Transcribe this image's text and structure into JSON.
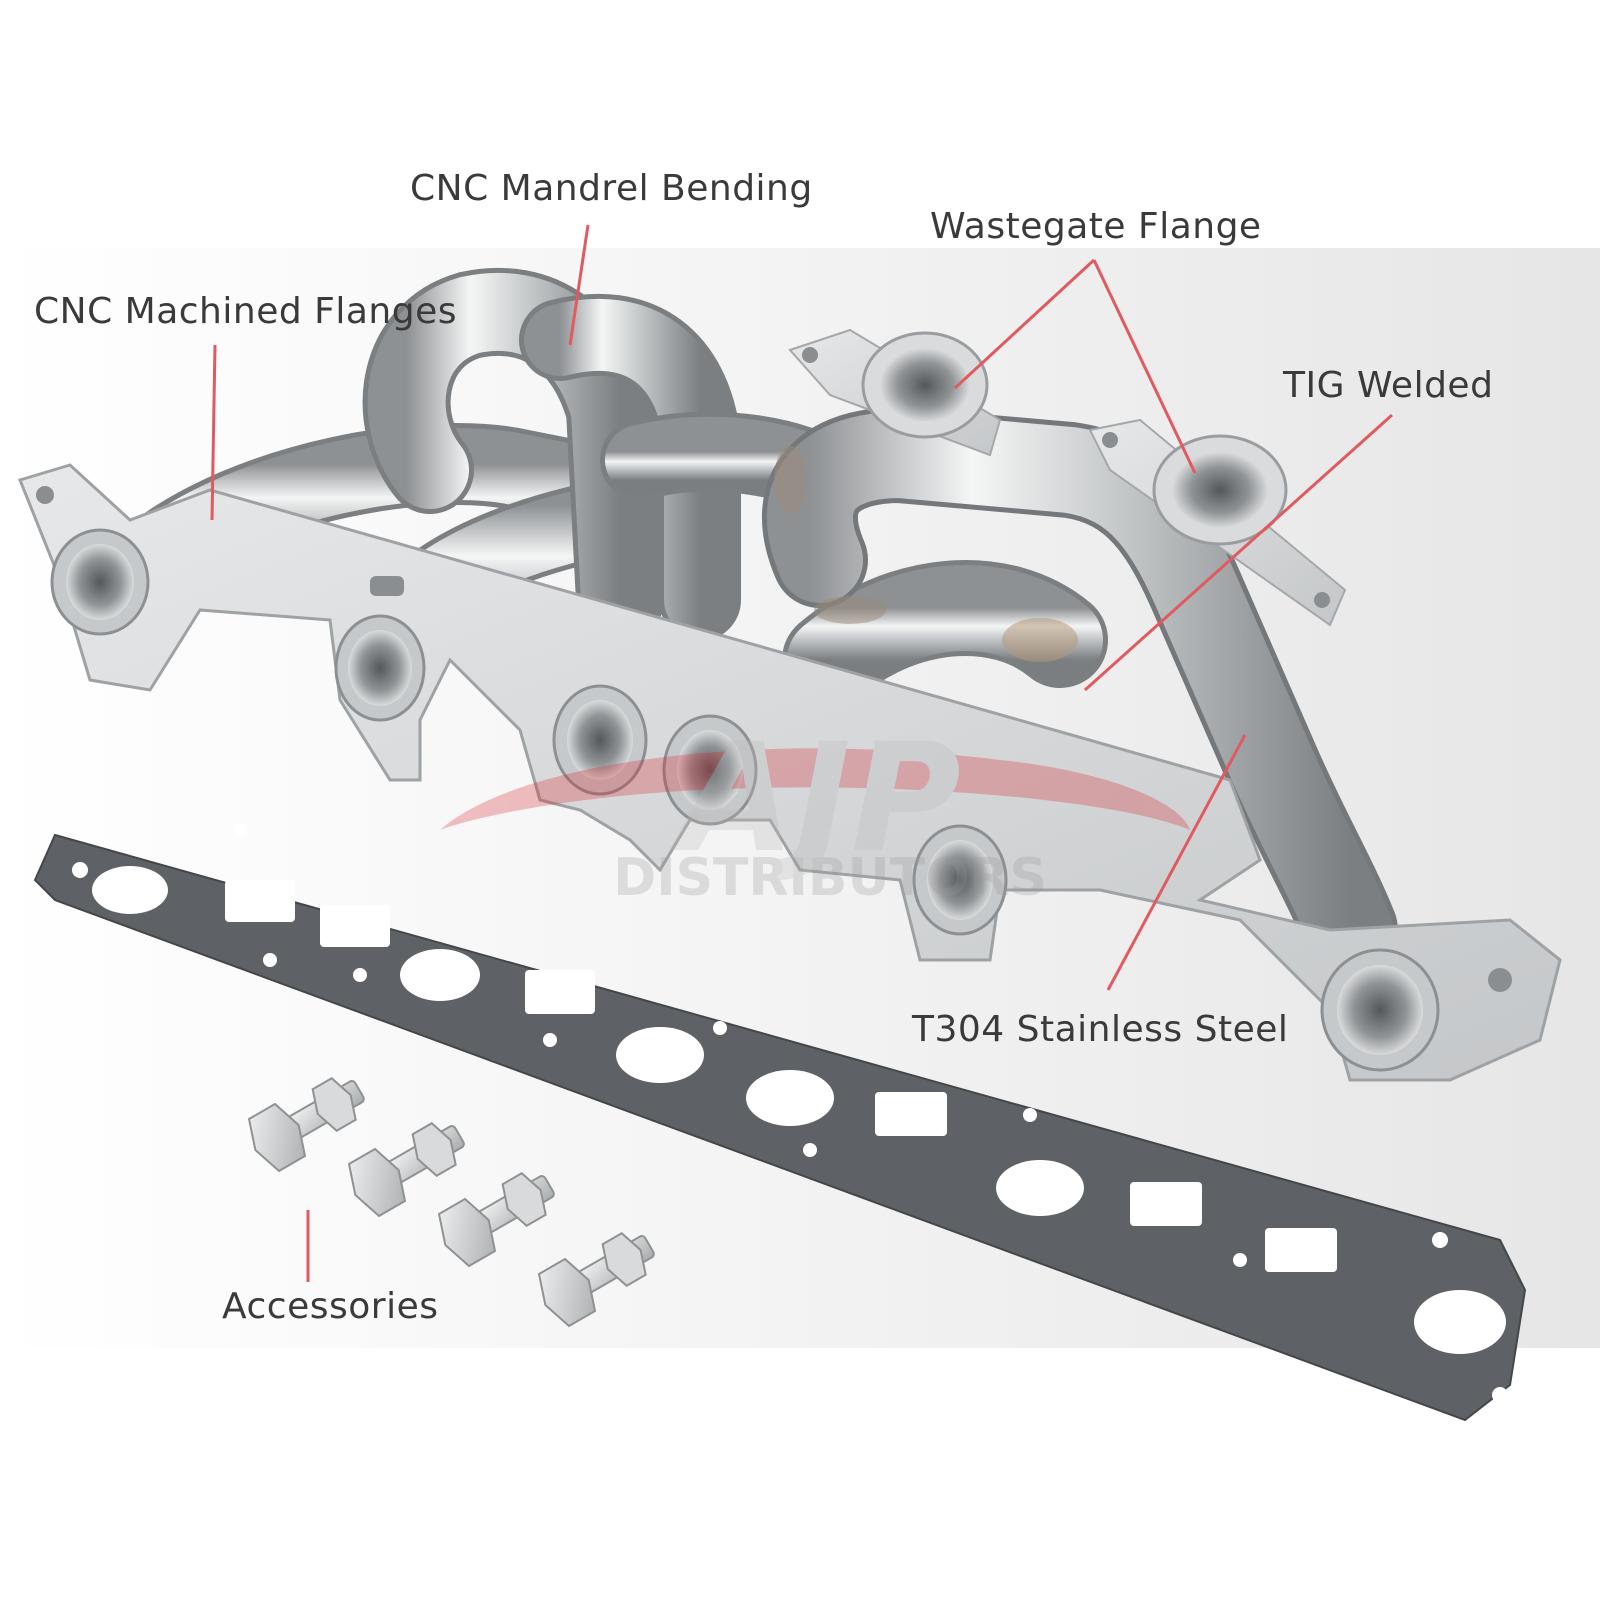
{
  "labels": {
    "mandrel": "CNC Mandrel Bending",
    "wastegate": "Wastegate Flange",
    "machined": "CNC Machined Flanges",
    "tig": "TIG Welded",
    "t304": "T304 Stainless Steel",
    "accessories": "Accessories"
  },
  "watermark": {
    "logo_text": "AJP",
    "sub_text": "DISTRIBUTORS"
  },
  "colors": {
    "leader_line": "#e05a5f",
    "label_text": "#3a3a3a",
    "backdrop": "#ebebeb",
    "gasket": "#5e6266",
    "steel": "#cfd2d4",
    "watermark_red": "#d8242b"
  }
}
